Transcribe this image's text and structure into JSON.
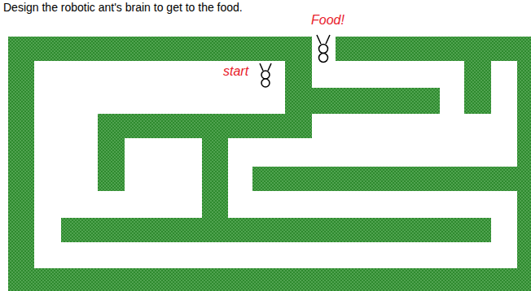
{
  "diagram": {
    "title": "Design the robotic ant's brain to get to the food.",
    "labels": [
      "Food!",
      "start"
    ]
  }
}
